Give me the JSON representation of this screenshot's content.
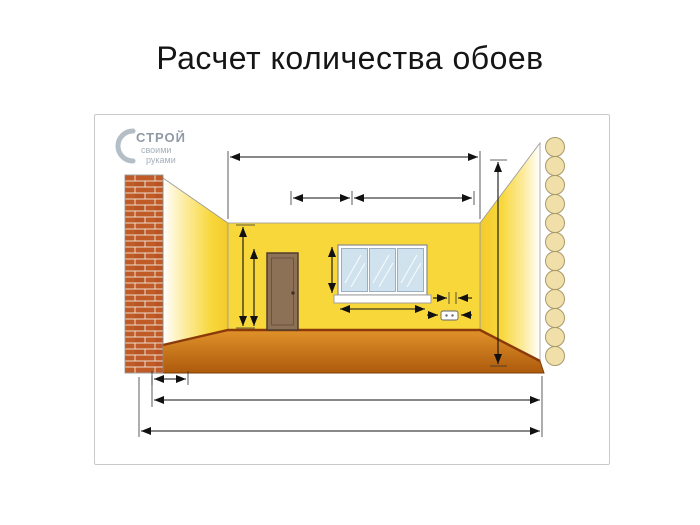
{
  "page": {
    "title": "Расчет количества обоев"
  },
  "logo": {
    "line1": "СТРОЙ",
    "line2": "своими",
    "line3": "руками"
  },
  "diagram": {
    "description_elements": [
      "brick-wall",
      "log-wall",
      "yellow-room-walls",
      "door",
      "window",
      "outlet",
      "floor",
      "dimension-arrows"
    ]
  },
  "colors": {
    "wall_yellow": "#f8d73a",
    "wall_highlight": "#ffffff",
    "floor_orange_light": "#e0922a",
    "floor_orange_dark": "#ad5a0c",
    "baseboard_brown": "#8b3a0a",
    "brick_orange": "#c05a26",
    "mortar_beige": "#ecdfcf",
    "log_tan": "#f0dfa8",
    "log_outline": "#a89a6a",
    "door_brown": "#8d7156",
    "door_frame": "#4f3d2c",
    "window_blue": "#cfe2ee",
    "window_frame": "#8a8a8a",
    "dimension_black": "#111111",
    "logo_gray": "#9aa5b0"
  }
}
